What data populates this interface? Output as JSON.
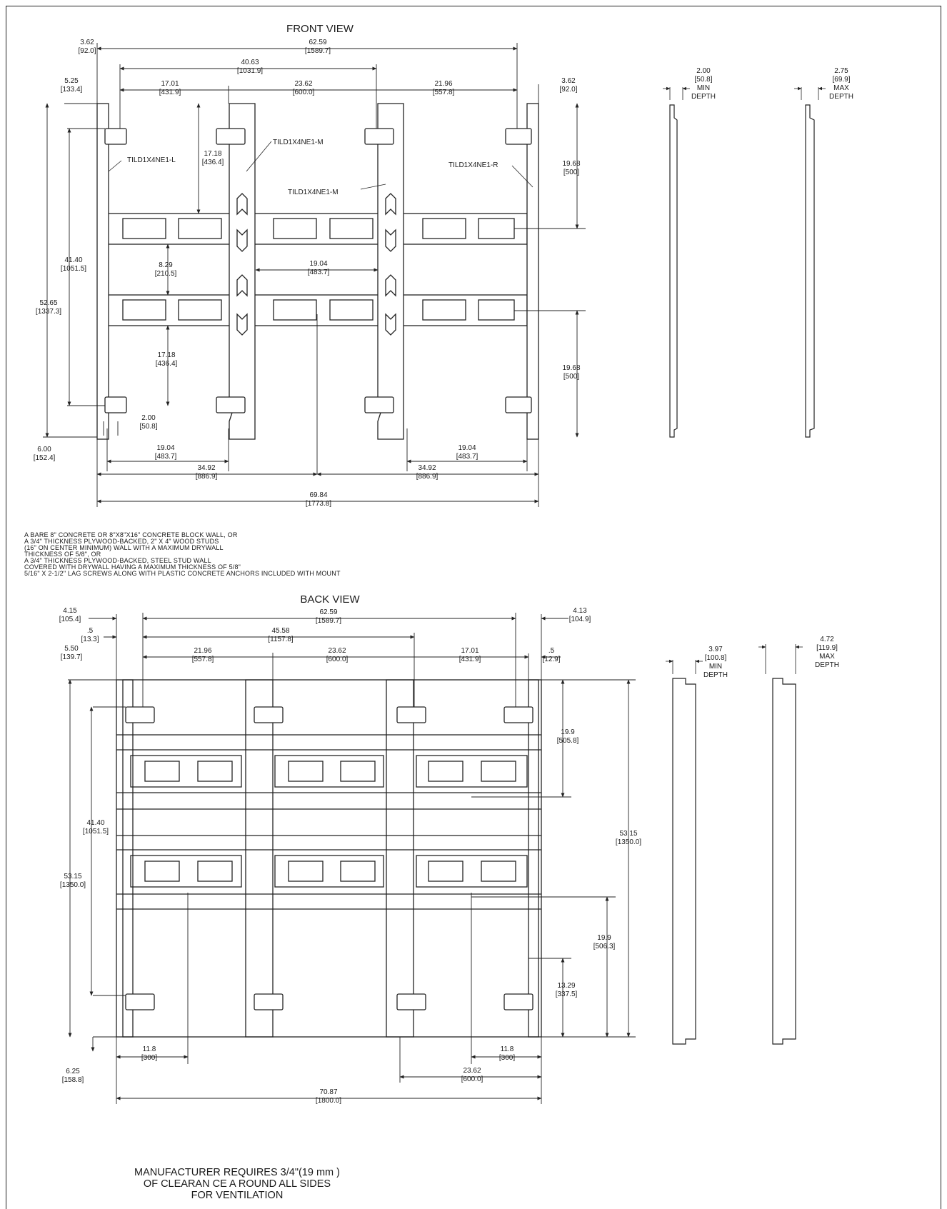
{
  "front_view": {
    "title": "FRONT VIEW",
    "labels": {
      "left_bracket": "TILD1X4NE1-L",
      "mid_bracket_1": "TILD1X4NE1-M",
      "mid_bracket_2": "TILD1X4NE1-M",
      "right_bracket": "TILD1X4NE1-R"
    },
    "dims": {
      "d1": [
        "3.62",
        "[92.0]"
      ],
      "d2": [
        "62.59",
        "[1589.7]"
      ],
      "d3": [
        "40.63",
        "[1031.9]"
      ],
      "d4": [
        "5.25",
        "[133.4]"
      ],
      "d5": [
        "17.01",
        "[431.9]"
      ],
      "d6": [
        "23.62",
        "[600.0]"
      ],
      "d7": [
        "21.96",
        "[557.8]"
      ],
      "d8": [
        "3.62",
        "[92.0]"
      ],
      "d9": [
        "17.18",
        "[436.4]"
      ],
      "d10": [
        "19.68",
        "[500]"
      ],
      "d11": [
        "41.40",
        "[1051.5]"
      ],
      "d12": [
        "8.29",
        "[210.5]"
      ],
      "d13": [
        "19.04",
        "[483.7]"
      ],
      "d14": [
        "52.65",
        "[1337.3]"
      ],
      "d15": [
        "17.18",
        "[436.4]"
      ],
      "d16": [
        "19.68",
        "[500]"
      ],
      "d17": [
        "2.00",
        "[50.8]"
      ],
      "d18": [
        "6.00",
        "[152.4]"
      ],
      "d19": [
        "19.04",
        "[483.7]"
      ],
      "d20": [
        "19.04",
        "[483.7]"
      ],
      "d21": [
        "34.92",
        "[886.9]"
      ],
      "d22": [
        "34.92",
        "[886.9]"
      ],
      "d23": [
        "69.84",
        "[1773.8]"
      ]
    },
    "side_views": {
      "min": [
        "2.00",
        "[50.8]",
        "MIN",
        "DEPTH"
      ],
      "max": [
        "2.75",
        "[69.9]",
        "MAX",
        "DEPTH"
      ]
    }
  },
  "notes": [
    "A BARE 8\" CONCRETE OR 8\"X8\"X16\" CONCRETE BLOCK WALL, OR",
    "A 3/4\" THICKNESS PLYWOOD-BACKED, 2\" X 4\" WOOD STUDS",
    "(16\" ON CENTER MINIMUM) WALL WITH A MAXIMUM DRYWALL",
    "THICKNESS OF 5/8\", OR",
    "A 3/4\" THICKNESS PLYWOOD-BACKED, STEEL STUD WALL",
    "COVERED WITH DRYWALL HAVING A MAXIMUM THICKNESS OF 5/8\"",
    "5/16\" X 2-1/2\" LAG SCREWS ALONG WITH PLASTIC CONCRETE ANCHORS INCLUDED WITH MOUNT"
  ],
  "back_view": {
    "title": "BACK VIEW",
    "dims": {
      "b1": [
        "4.15",
        "[105.4]"
      ],
      "b2": [
        "62.59",
        "[1589.7]"
      ],
      "b3": [
        "4.13",
        "[104.9]"
      ],
      "b4": [
        ".5",
        "[13.3]"
      ],
      "b5": [
        "45.58",
        "[1157.8]"
      ],
      "b6": [
        "5.50",
        "[139.7]"
      ],
      "b7": [
        "21.96",
        "[557.8]"
      ],
      "b8": [
        "23.62",
        "[600.0]"
      ],
      "b9": [
        "17.01",
        "[431.9]"
      ],
      "b10": [
        ".5",
        "[12.9]"
      ],
      "b11": [
        "19.9",
        "[505.8]"
      ],
      "b12": [
        "41.40",
        "[1051.5]"
      ],
      "b13": [
        "53.15",
        "[1350.0]"
      ],
      "b14": [
        "53.15",
        "[1350.0]"
      ],
      "b15": [
        "19.9",
        "[506.3]"
      ],
      "b16": [
        "13.29",
        "[337.5]"
      ],
      "b17": [
        "11.8",
        "[300]"
      ],
      "b18": [
        "11.8",
        "[300]"
      ],
      "b19": [
        "6.25",
        "[158.8]"
      ],
      "b20": [
        "23.62",
        "[600.0]"
      ],
      "b21": [
        "70.87",
        "[1800.0]"
      ]
    },
    "side_views": {
      "min": [
        "3.97",
        "[100.8]",
        "MIN",
        "DEPTH"
      ],
      "max": [
        "4.72",
        "[119.9]",
        "MAX",
        "DEPTH"
      ]
    }
  },
  "ventilation_note": [
    "MANUFACTURER REQUIRES 3/4\"(19 mm )",
    "OF CLEARAN CE A ROUND ALL SIDES",
    "FOR VENTILATION"
  ]
}
